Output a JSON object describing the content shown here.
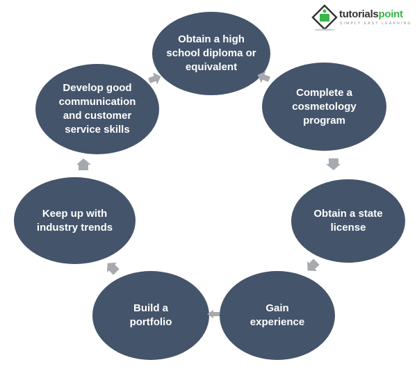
{
  "logo": {
    "brand_main": "tutorials",
    "brand_accent": "point",
    "tagline": "SIMPLY EASY LEARNING"
  },
  "colors": {
    "node": "#44546a",
    "arrow": "#a6a9ae",
    "brand_green": "#3ab54a"
  },
  "steps": [
    {
      "label": "Obtain a high school diploma or equivalent"
    },
    {
      "label": "Complete a cosmetology program"
    },
    {
      "label": "Obtain a state license"
    },
    {
      "label": "Gain experience"
    },
    {
      "label": "Build a portfolio"
    },
    {
      "label": "Keep up with industry trends"
    },
    {
      "label": "Develop good communication and customer service skills"
    }
  ]
}
